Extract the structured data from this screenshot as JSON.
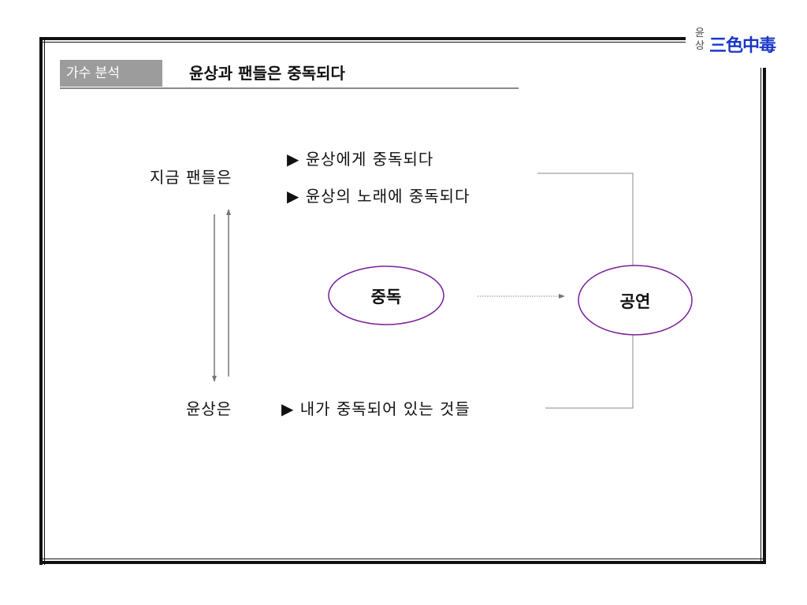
{
  "header": {
    "tag": "가수 분석",
    "title": "윤상과 팬들은 중독되다"
  },
  "logo": {
    "small_top": "윤",
    "small_bottom": "상",
    "main": "三色中毒"
  },
  "diagram": {
    "left_top_label": "지금 팬들은",
    "left_bottom_label": "윤상은",
    "top_items": [
      "▶ 윤상에게 중독되다",
      "▶ 윤상의 노래에 중독되다"
    ],
    "bottom_item": "▶ 내가 중독되어 있는 것들",
    "node_left": "중독",
    "node_right": "공연"
  },
  "colors": {
    "ellipse_stroke": "#7a1f9a",
    "tag_bg": "#9c9c9c",
    "logo_text": "#1a36c9",
    "connector": "#8a8a8a"
  }
}
